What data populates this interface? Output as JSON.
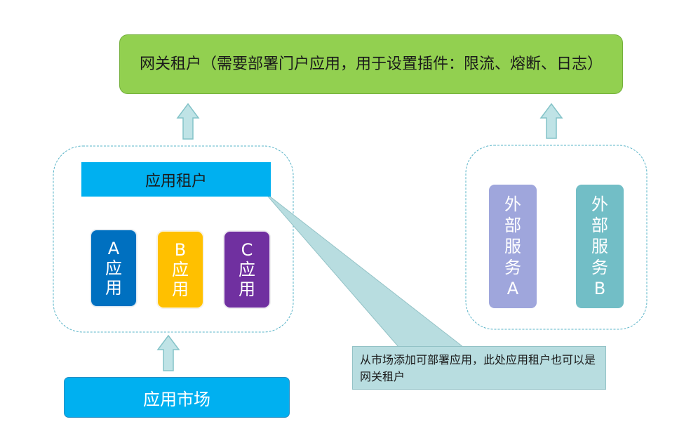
{
  "gateway_tenant": {
    "text": "网关租户（需要部署门户应用，用于设置插件：限流、熔断、日志）"
  },
  "app_tenant": {
    "label": "应用租户"
  },
  "apps": [
    {
      "letter": "A",
      "line1": "应",
      "line2": "用",
      "color": "#0070c0"
    },
    {
      "letter": "B",
      "line1": "应",
      "line2": "用",
      "color": "#ffc000"
    },
    {
      "letter": "C",
      "line1": "应",
      "line2": "用",
      "color": "#7030a0"
    }
  ],
  "external_services": [
    {
      "chars": [
        "外",
        "部",
        "服",
        "务",
        "A"
      ],
      "color": "#9fa6dc"
    },
    {
      "chars": [
        "外",
        "部",
        "服",
        "务",
        "B"
      ],
      "color": "#72bec6"
    }
  ],
  "app_market": {
    "label": "应用市场"
  },
  "callout": {
    "text": "从市场添加可部署应用，此处应用租户也可以是网关租户"
  },
  "colors": {
    "gateway": "#92d050",
    "tenant_blue": "#00b0f0",
    "arrow_fill": "#bfe3e6",
    "arrow_stroke": "#84c3c8",
    "dashed_border": "#5ab4c8"
  }
}
